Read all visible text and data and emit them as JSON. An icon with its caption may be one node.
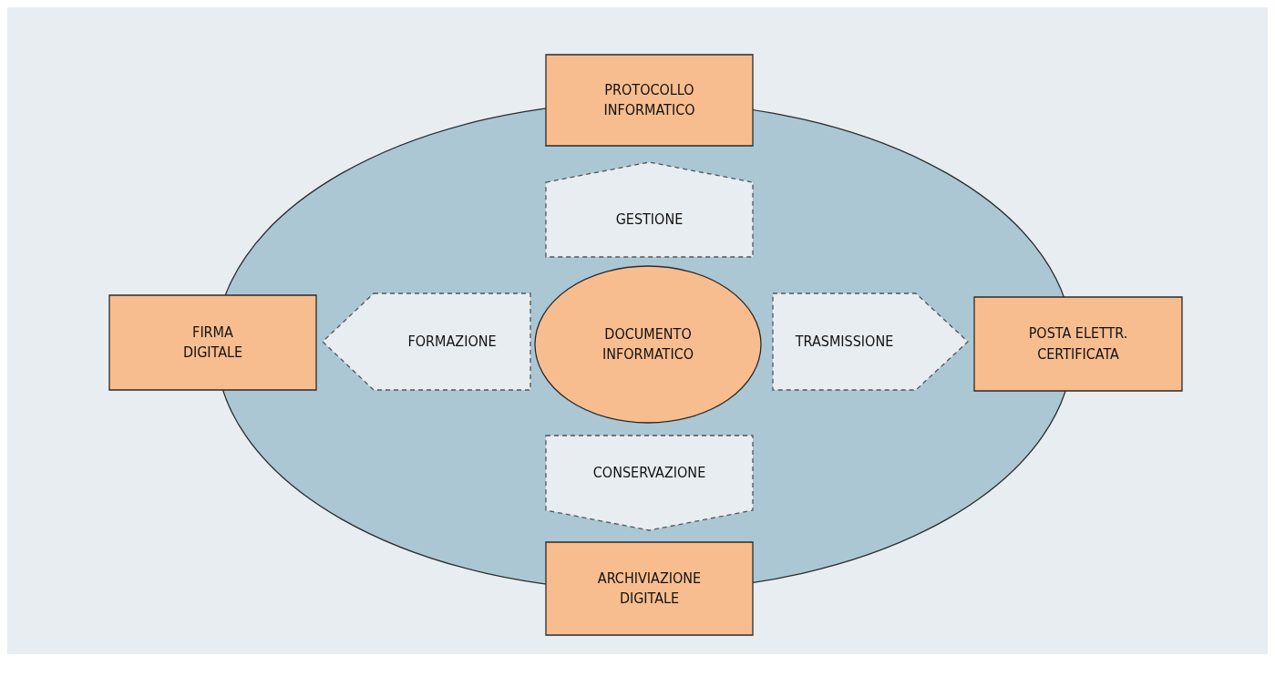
{
  "diagram": {
    "nodes": [
      {
        "text": [],
        "shape": "ellipse"
      },
      {
        "text": [
          "PROTOCOLLO INFORMATICO"
        ]
      },
      {
        "text": [
          "GESTIONE"
        ],
        "in": 0
      },
      {
        "text": [
          "FIRMA DIGITALE"
        ]
      },
      {
        "text": [
          "FORMAZIONE"
        ],
        "in": 0
      },
      {
        "text": [
          "DOCUMENTO INFORMATICO"
        ],
        "in": 0
      },
      {
        "text": [
          "TRASMISSIONE"
        ],
        "in": 0
      },
      {
        "text": [
          "POSTA ELETTR. CERTIFICATA"
        ]
      },
      {
        "text": [
          "CONSERVAZIONE"
        ],
        "in": 0
      },
      {
        "text": [
          "ARCHIVIAZIONE DIGITALE"
        ]
      }
    ]
  }
}
